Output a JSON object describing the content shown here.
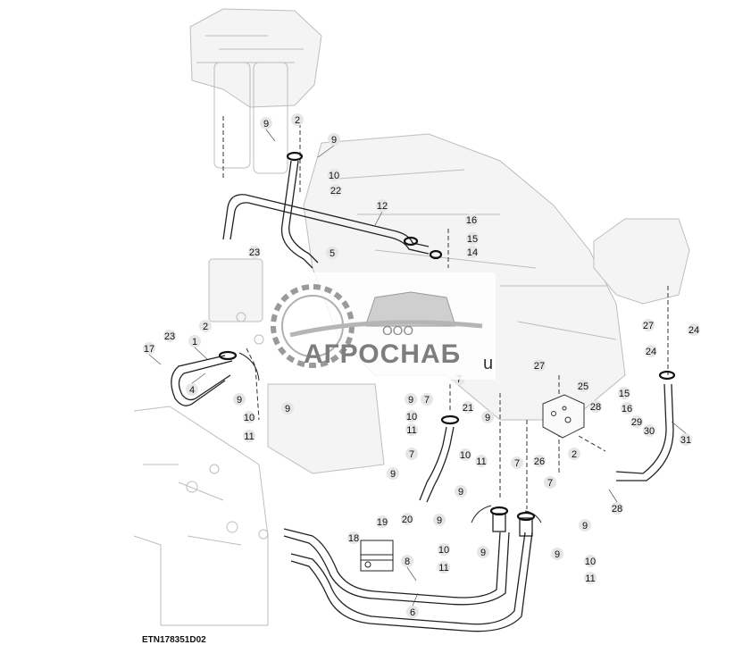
{
  "figure_code": "ETN178351D02",
  "watermark": {
    "brand": "АГРОСНАБ",
    "prefix": "ООО",
    "suffix": "u"
  },
  "callout_numbers": [
    "1",
    "2",
    "2",
    "2",
    "4",
    "5",
    "6",
    "7",
    "7",
    "7",
    "7",
    "7",
    "8",
    "9",
    "9",
    "9",
    "9",
    "9",
    "9",
    "9",
    "9",
    "9",
    "9",
    "9",
    "9",
    "10",
    "10",
    "10",
    "10",
    "10",
    "10",
    "11",
    "11",
    "11",
    "11",
    "11",
    "12",
    "14",
    "15",
    "15",
    "16",
    "16",
    "17",
    "18",
    "19",
    "20",
    "21",
    "22",
    "23",
    "23",
    "24",
    "24",
    "25",
    "26",
    "27",
    "27",
    "28",
    "28",
    "29",
    "30",
    "31"
  ]
}
